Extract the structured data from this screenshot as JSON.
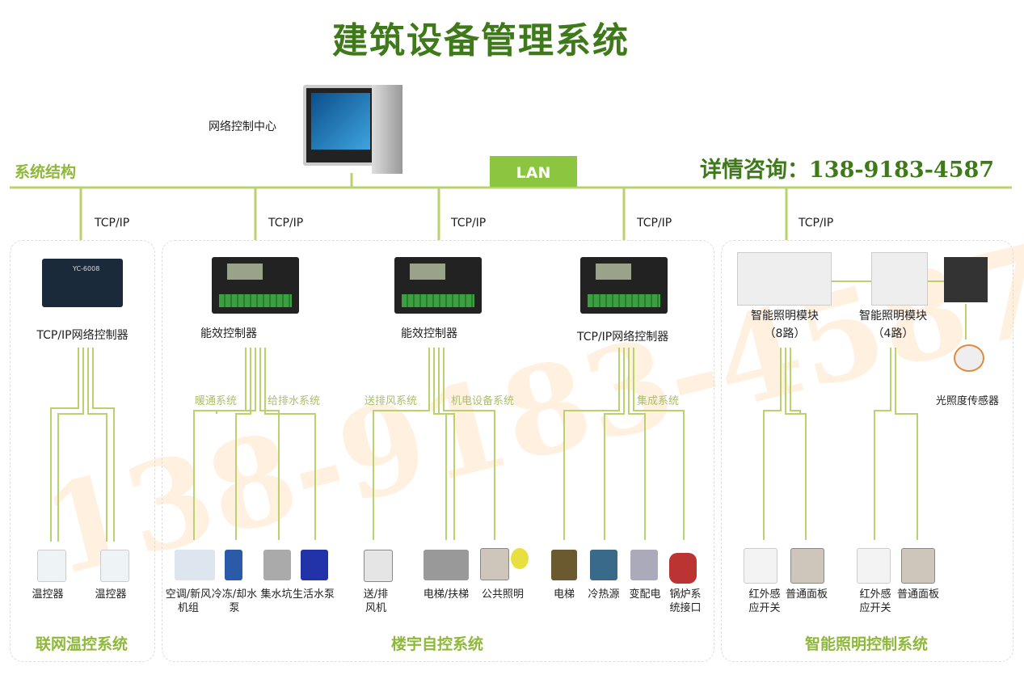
{
  "title": "建筑设备管理系统",
  "section_label": "系统结构",
  "contact": "详情咨询：138-9183-4587",
  "watermark": "138-9183-4587",
  "network_center": "网络控制中心",
  "lan": "LAN",
  "tcpip": "TCP/IP",
  "left": {
    "controller": "TCP/IP网络控制器",
    "model": "YC-6008",
    "devices": [
      "温控器",
      "温控器"
    ],
    "footer": "联网温控系统"
  },
  "middle": {
    "controllers": [
      "能效控制器",
      "能效控制器",
      "TCP/IP网络控制器"
    ],
    "subsystems": [
      "暖通系统",
      "给排水系统",
      "送排风系统",
      "机电设备系统",
      "集成系统"
    ],
    "devices": [
      "空调/新风机组",
      "冷冻/却水泵",
      "集水坑",
      "生活水泵",
      "送/排风机",
      "电梯/扶梯",
      "公共照明",
      "电梯",
      "冷热源",
      "变配电",
      "锅炉系统接口"
    ],
    "footer": "楼宇自控系统"
  },
  "right": {
    "module8": "智能照明模块（8路）",
    "module4": "智能照明模块（4路）",
    "sensor": "光照度传感器",
    "devices": [
      "红外感应开关",
      "普通面板",
      "红外感应开关",
      "普通面板"
    ],
    "footer": "智能照明控制系统"
  },
  "colors": {
    "line": "#b9d26e",
    "accent": "#8cc540",
    "title": "#3f7a1a"
  }
}
